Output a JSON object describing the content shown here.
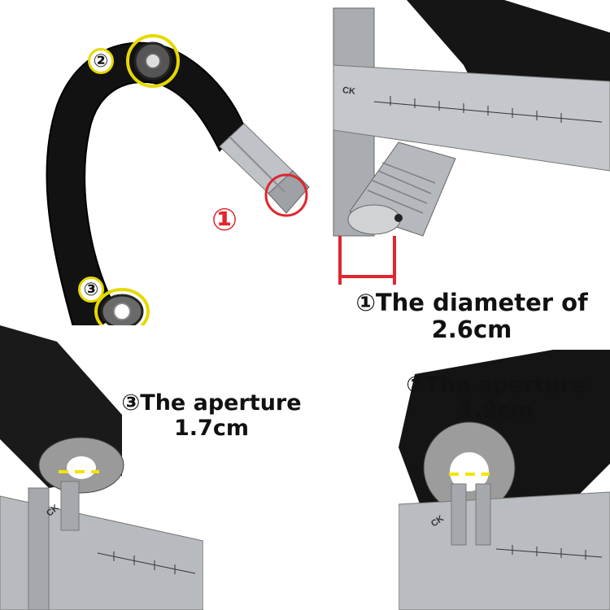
{
  "markers": {
    "one": "①",
    "two": "②",
    "three": "③"
  },
  "captions": {
    "diameter": {
      "line1": "①The diameter of",
      "line2": "2.6cm"
    },
    "aperture2": {
      "line1": "②The aperture",
      "line2": "1.9cm"
    },
    "aperture3": {
      "line1": "③The aperture",
      "line2": "1.7cm"
    }
  },
  "caliper_brand": "CK",
  "colors": {
    "highlight_yellow": "#e6d800",
    "highlight_red": "#e0262e",
    "arm_black": "#111111",
    "steel": "#b9bcc0"
  }
}
